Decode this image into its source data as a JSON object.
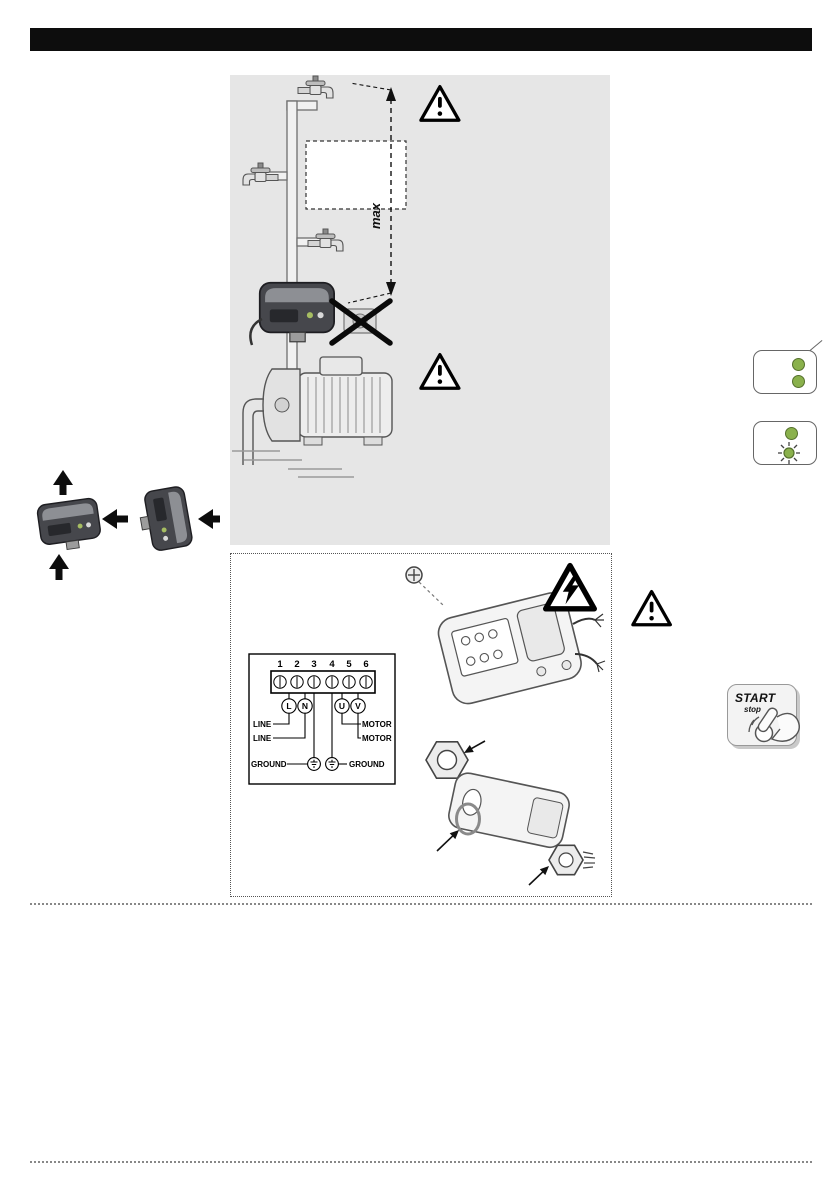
{
  "colors": {
    "header_bar": "#0d0d0d",
    "panel_gray": "#e6e6e6",
    "led_green": "#8ab14c"
  },
  "installation_diagram": {
    "max_label": "max"
  },
  "wiring_diagram": {
    "terminal_numbers": [
      "1",
      "2",
      "3",
      "4",
      "5",
      "6"
    ],
    "terminal_letters": {
      "l": "L",
      "n": "N",
      "u": "U",
      "v": "V"
    },
    "labels": {
      "line_top": "LINE",
      "line_bottom": "LINE",
      "ground_left": "GROUND",
      "motor_top": "MOTOR",
      "motor_bottom": "MOTOR",
      "ground_right": "GROUND"
    }
  },
  "start_button": {
    "start_label": "START",
    "stop_label": "stop"
  },
  "icons": {
    "warning": "warning-triangle",
    "electric_hazard": "lightning-triangle",
    "prohibited": "cross-x",
    "press": "hand-press-finger"
  }
}
